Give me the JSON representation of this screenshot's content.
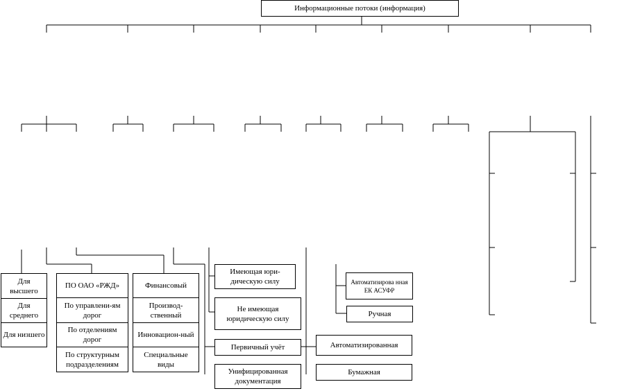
{
  "root": {
    "label": "Информационные потоки (информация)"
  },
  "level_group": {
    "items": [
      "Для высшего",
      "Для среднего",
      "Для низшего"
    ]
  },
  "org_group": {
    "items": [
      "ПО ОАО «РЖД»",
      "По управлени-ям дорог",
      "По отделениям дорог",
      "По структурным подразделениям"
    ]
  },
  "kind_group": {
    "items": [
      "Финансовый",
      "Производ-ственный",
      "Инновацион-ный",
      "Специальные виды"
    ]
  },
  "legal": {
    "has_force": "Имеющая юри-дическую силу",
    "no_force": "Не имеющая юридическую силу"
  },
  "accounting": {
    "primary": "Первичный учёт",
    "unified": "Унифицированная документация"
  },
  "processing": {
    "automated": "Автоматизированная",
    "paper": "Бумажная"
  },
  "system": {
    "ek_asufr": "Автоматизирова нная ЕК АСУФР",
    "manual": "Ручная"
  }
}
